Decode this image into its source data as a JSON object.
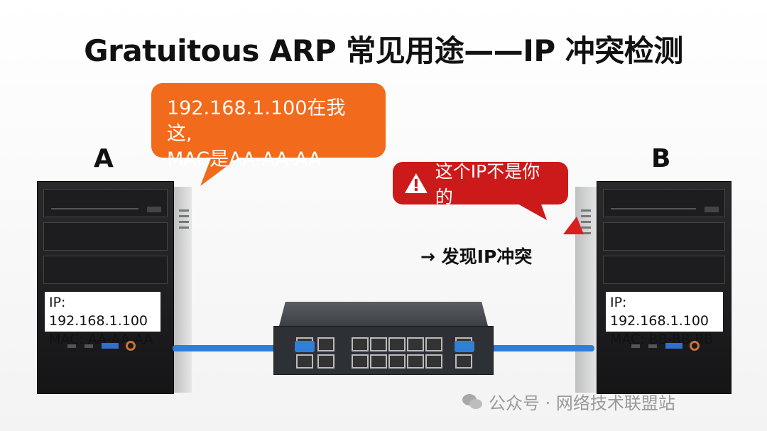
{
  "title": "Gratuitous ARP 常见用途——IP 冲突检测",
  "host_a": {
    "label": "A",
    "ip": "IP:  192.168.1.100",
    "mac": "MAC:  AA-AA-AA"
  },
  "host_b": {
    "label": "B",
    "ip": "IP:  192.168.1.100",
    "mac": "MAC:  BB-BB-BB"
  },
  "bubble_a": {
    "line1": "192.168.1.100在我这,",
    "line2": "MAC是AA-AA-AA",
    "color": "#f26a1b"
  },
  "bubble_b": {
    "text": "这个IP不是你的",
    "icon": "warning-icon",
    "color": "#cc1a1a"
  },
  "conflict_note": "→ 发现IP冲突",
  "watermark": "公众号 · 网络技术联盟站",
  "cable_color": "#2f7fd8"
}
